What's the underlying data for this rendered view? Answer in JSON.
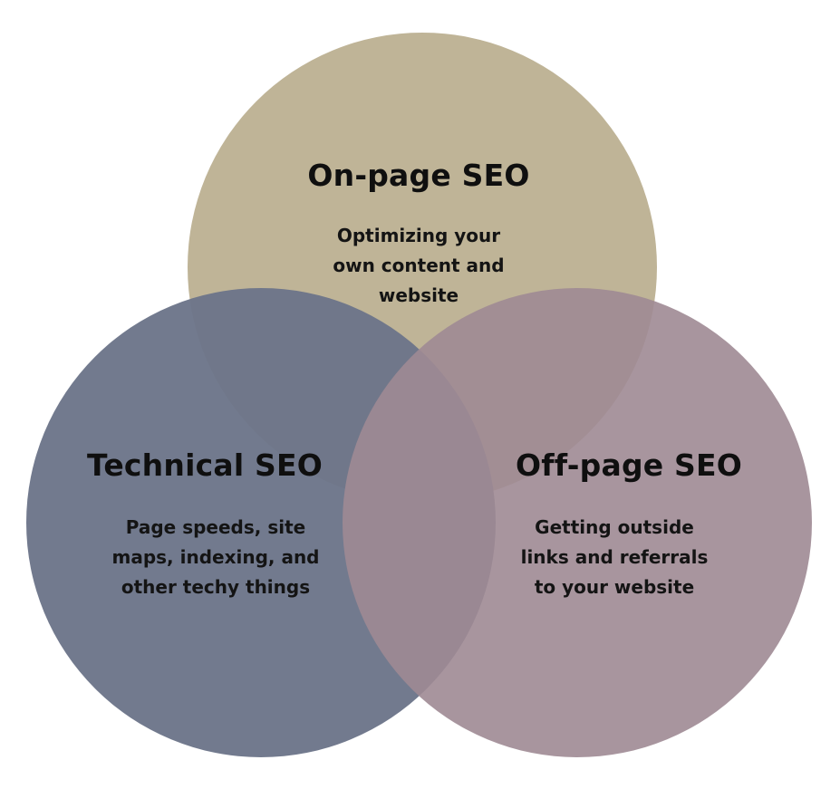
{
  "circles": [
    {
      "id": "onpage",
      "title": "On-page SEO",
      "description_lines": [
        "Optimizing your",
        "own content and",
        "website"
      ],
      "color": "#BFB497"
    },
    {
      "id": "technical",
      "title": "Technical SEO",
      "description_lines": [
        "Page speeds, site",
        "maps, indexing, and",
        "other techy things"
      ],
      "color": "#6C7589"
    },
    {
      "id": "offpage",
      "title": "Off-page SEO",
      "description_lines": [
        "Getting outside",
        "links and referrals",
        "to your website"
      ],
      "color": "#9E8A94"
    }
  ]
}
